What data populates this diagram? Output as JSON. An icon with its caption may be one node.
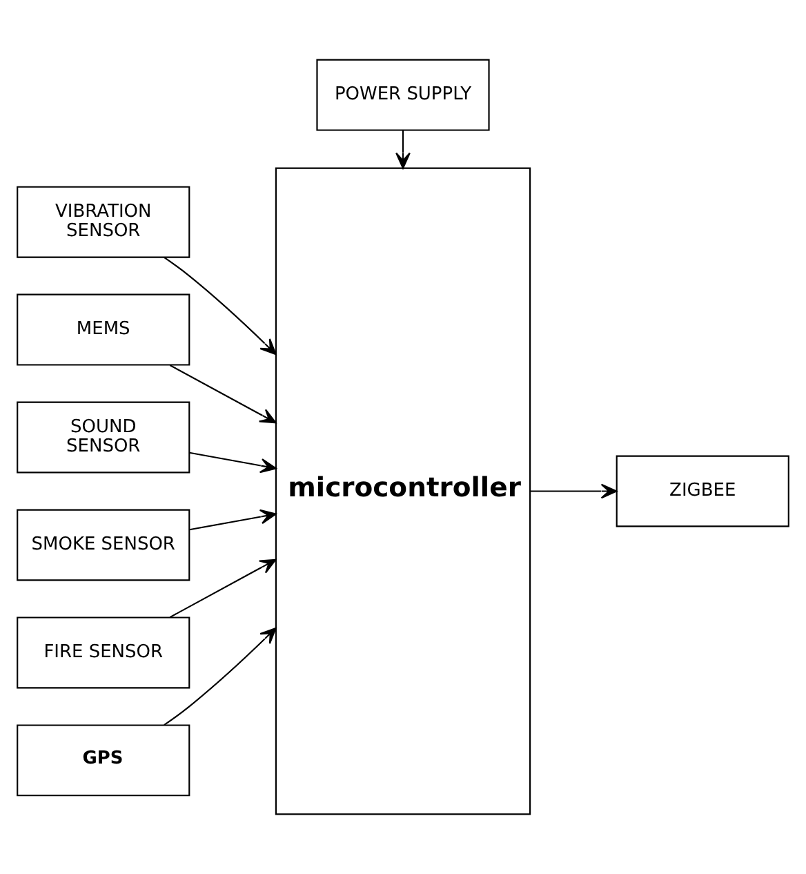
{
  "diagram": {
    "nodes": [
      {
        "text": [
          "POWER SUPPLY"
        ]
      },
      {
        "text": [
          "VIBRATION SENSOR"
        ]
      },
      {
        "text": [
          "MEMS"
        ]
      },
      {
        "text": [
          "SOUND SENSOR"
        ]
      },
      {
        "text": [
          "SMOKE SENSOR"
        ]
      },
      {
        "text": [
          "FIRE SENSOR"
        ]
      },
      {
        "text": [
          "GPS"
        ]
      },
      {
        "text": [
          "microcontroller"
        ]
      },
      {
        "text": [
          "ZIGBEE"
        ]
      }
    ],
    "edges": [
      {
        "from": 0,
        "to": 7,
        "arrow": "to"
      },
      {
        "from": 1,
        "to": 7,
        "arrow": "to"
      },
      {
        "from": 2,
        "to": 7,
        "arrow": "to"
      },
      {
        "from": 3,
        "to": 7,
        "arrow": "to"
      },
      {
        "from": 4,
        "to": 7,
        "arrow": "to"
      },
      {
        "from": 5,
        "to": 7,
        "arrow": "to"
      },
      {
        "from": 6,
        "to": 7,
        "arrow": "to"
      },
      {
        "from": 7,
        "to": 8,
        "arrow": "to"
      }
    ]
  }
}
